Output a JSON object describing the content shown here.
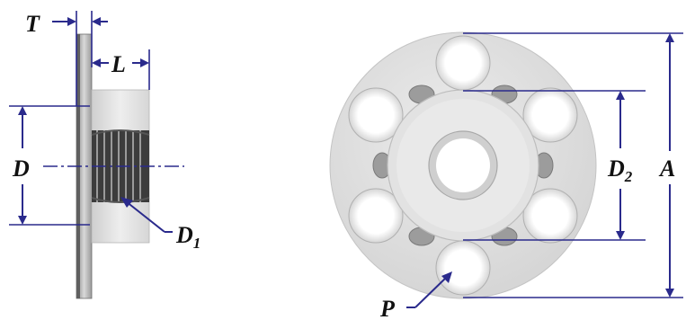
{
  "labels": {
    "T": "T",
    "L": "L",
    "D": "D",
    "D1": {
      "base": "D",
      "sub": "1"
    },
    "D2": {
      "base": "D",
      "sub": "2"
    },
    "A": "A",
    "P": "P"
  },
  "colors": {
    "dimension": "#2a2a8c",
    "part_light": "#e6e6e6",
    "part_mid": "#c8c8c8",
    "part_dark": "#7a7a7a",
    "text": "#111111"
  },
  "icons": [
    "side-view-part",
    "front-view-part"
  ]
}
